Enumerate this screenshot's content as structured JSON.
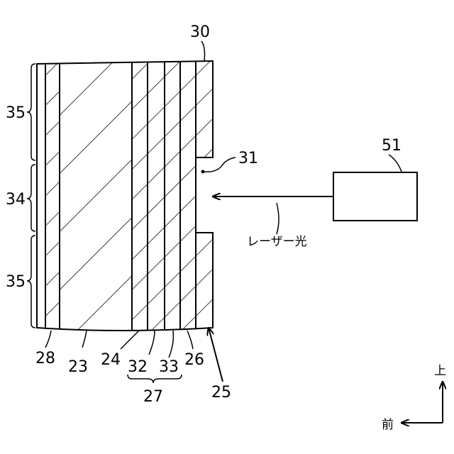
{
  "labels": {
    "l30": "30",
    "l31": "31",
    "l51": "51",
    "l35_top": "35",
    "l34": "34",
    "l35_bottom": "35",
    "l28": "28",
    "l23": "23",
    "l24": "24",
    "l32": "32",
    "l33": "33",
    "l26": "26",
    "l27": "27",
    "l25": "25",
    "laser": "レーザー光",
    "dir_up": "上",
    "dir_front": "前"
  }
}
